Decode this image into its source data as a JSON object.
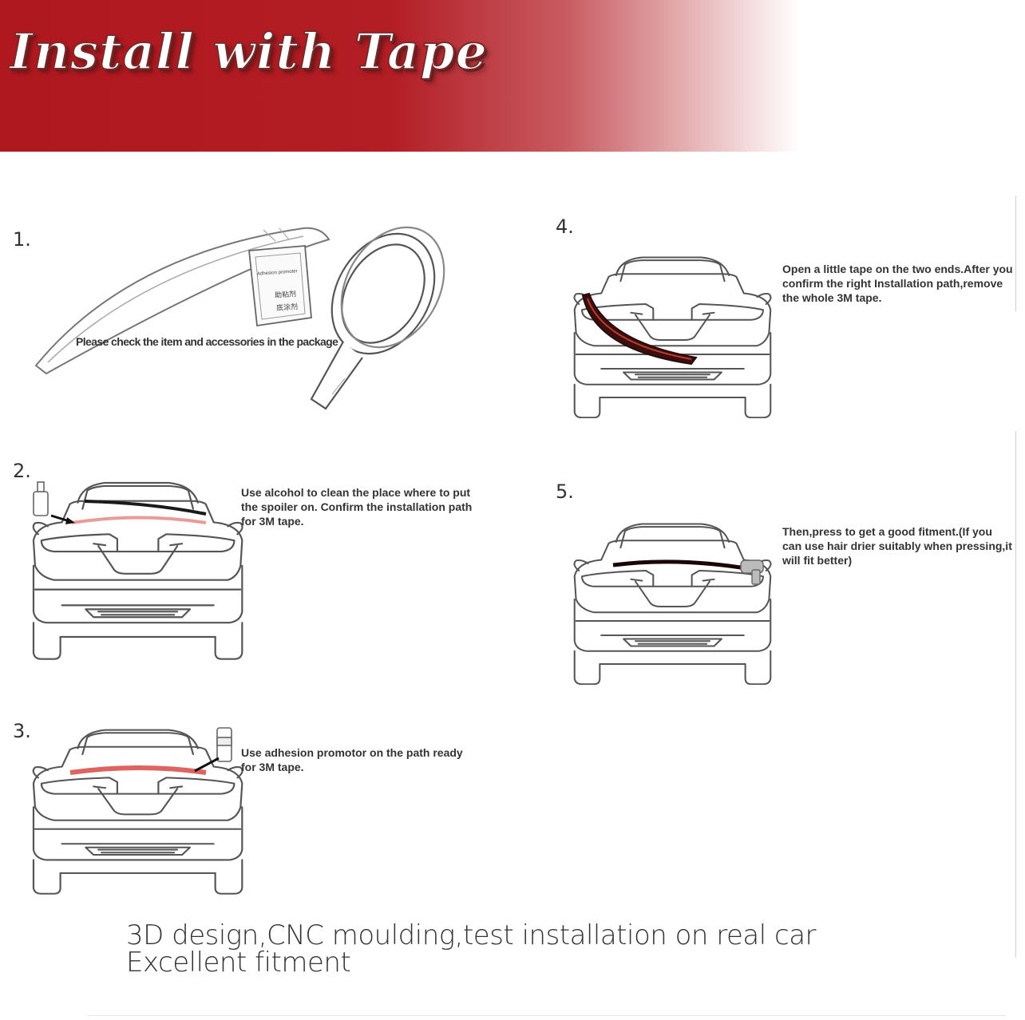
{
  "banner": {
    "title": "Install with Tape",
    "color": "#b0181f"
  },
  "steps": [
    {
      "num": "1.",
      "caption": "Please check  the item and accessories in the package"
    },
    {
      "num": "2.",
      "caption": "Use alcohol to clean the place where to put the spoiler on. Confirm the installation path for 3M tape."
    },
    {
      "num": "3.",
      "caption": "Use adhesion promotor on the path ready for 3M tape."
    },
    {
      "num": "4.",
      "caption": "Open a little tape on the two ends.After you confirm the right Installation path,remove the whole 3M tape."
    },
    {
      "num": "5.",
      "caption": "Then,press to get a good fitment.(If you can use hair drier suitably when pressing,it will fit better)"
    }
  ],
  "package": {
    "promoter_label": "Adhesion promoter",
    "promoter_cn_1": "助粘剂",
    "promoter_cn_2": "底涂剂"
  },
  "footer": {
    "line1": "3D design,CNC moulding,test installation on real car",
    "line2": "Excellent fitment"
  },
  "colors": {
    "spoiler_dark": "#2a0a0a",
    "tape_red": "#d9534f",
    "outline": "#555555"
  }
}
